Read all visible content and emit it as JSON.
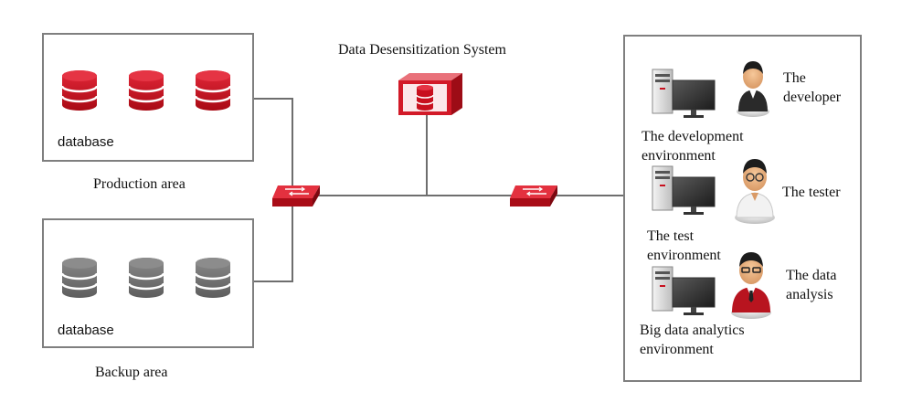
{
  "system": {
    "title": "Data Desensitization System"
  },
  "production": {
    "db_label": "database",
    "area_label": "Production area"
  },
  "backup": {
    "db_label": "database",
    "area_label": "Backup area"
  },
  "environments": {
    "developer": {
      "env_label": "The development\nenvironment",
      "role_label": "The\ndeveloper"
    },
    "tester": {
      "env_label": "The test\nenvironment",
      "role_label": "The tester"
    },
    "analyst": {
      "env_label": "Big data analytics\nenvironment",
      "role_label": "The data\nanalysis"
    }
  },
  "colors": {
    "red": "#c8101e",
    "gray": "#707070",
    "border": "#7f7f7f",
    "line": "#6e6e6e"
  }
}
